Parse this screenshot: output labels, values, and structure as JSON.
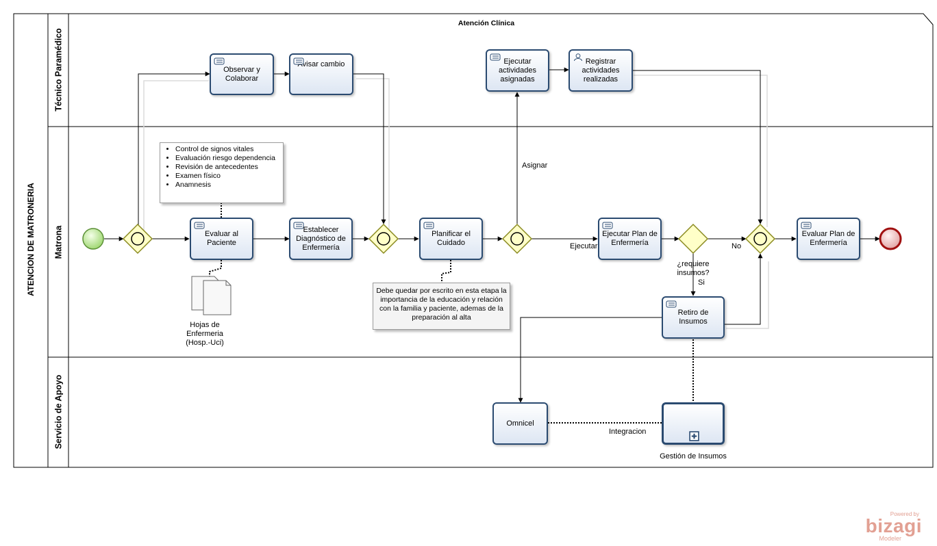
{
  "pool": {
    "title": "ATENCION DE MATRONERIA",
    "phase": "Atención Clínica"
  },
  "lanes": [
    {
      "name": "Técnico Paramédico"
    },
    {
      "name": "Matrona"
    },
    {
      "name": "Servicio de Apoyo"
    }
  ],
  "tasks": {
    "observar": "Observar  y Colaborar",
    "avisar": "Avisar cambio",
    "ejecutar_actividades": "Ejecutar actividades asignadas",
    "registrar": "Registrar actividades realizadas",
    "evaluar_paciente": "Evaluar al Paciente",
    "establecer": "Establecer Diagnóstico de Enfermería",
    "planificar": "Planificar el Cuidado",
    "ejecutar_plan": "Ejecutar Plan de Enfermería",
    "evaluar_plan": "Evaluar Plan de Enfermería",
    "retiro": "Retiro de Insumos",
    "omnicel": "Omnicel"
  },
  "subprocess": {
    "label": "Gestión de Insumos"
  },
  "data_object": {
    "label": "Hojas de Enfermeria (Hosp.-Uci)"
  },
  "annotation_list": [
    "Control de signos vitales",
    "Evaluación riesgo dependencia",
    "Revisión de antecedentes",
    "Examen físico",
    "Anamnesis"
  ],
  "annotation_note": "Debe quedar por escrito en esta etapa la importancia de la educación y relación con la familia y paciente, ademas de la preparación al alta",
  "flow_labels": {
    "asignar": "Asignar",
    "ejecutar": "Ejecutar",
    "question": "¿requiere insumos?",
    "si": "Si",
    "no": "No",
    "integracion": "Integracion"
  },
  "logo": {
    "powered": "Powered by",
    "brand": "bizagi",
    "product": "Modeler"
  },
  "colors": {
    "task_border": "#2a4a70",
    "gateway_border": "#8a8a20",
    "gateway_fill": "#ffffc8",
    "start_fill": "#c8f0a0",
    "end_fill": "#f0c8c8",
    "end_border": "#a01010",
    "logo": "#e2a093"
  }
}
